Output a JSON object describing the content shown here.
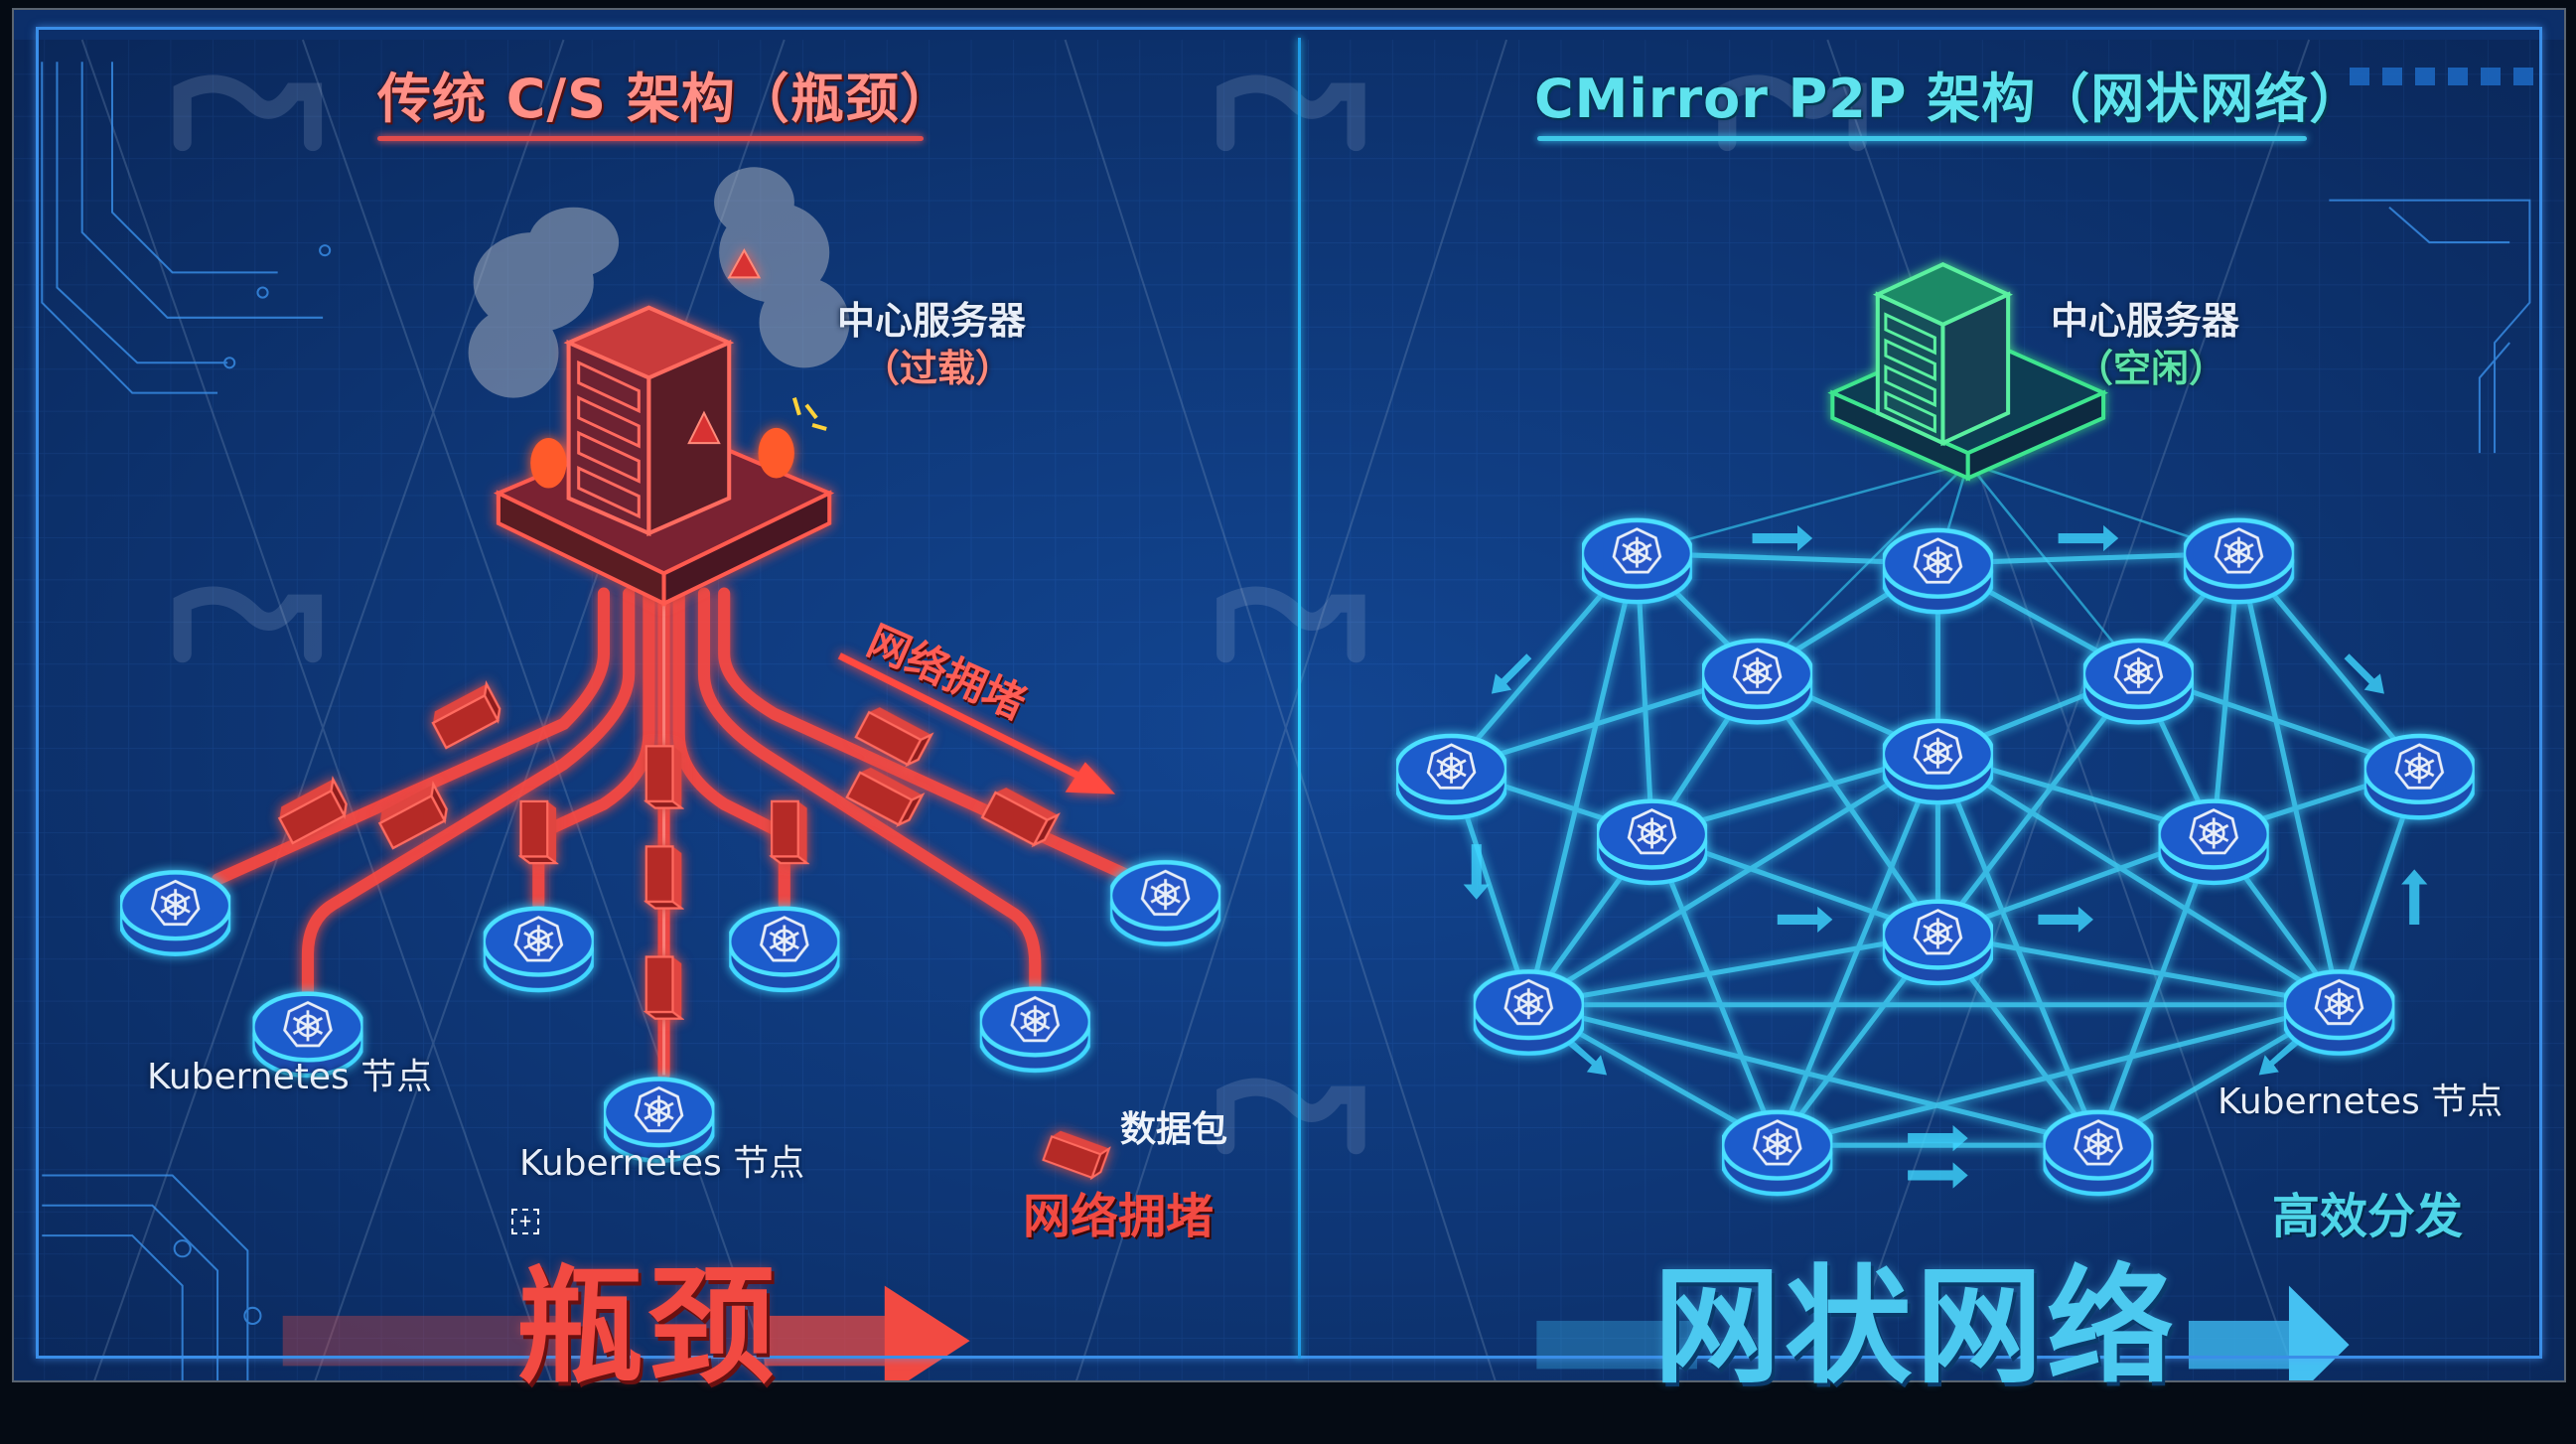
{
  "left_panel": {
    "title": "传统 C/S 架构（瓶颈）",
    "server_label": "中心服务器",
    "server_status": "（过载）",
    "congestion_label_diagonal": "网络拥堵",
    "node_label_1": "Kubernetes 节点",
    "node_label_2": "Kubernetes 节点",
    "legend_packet": "数据包",
    "congestion_label": "网络拥堵",
    "bottom_banner": "瓶颈",
    "accent_color": "#f24a42",
    "node_count": 7
  },
  "right_panel": {
    "title": "CMirror P2P 架构（网状网络）",
    "server_label": "中心服务器",
    "server_status": "（空闲）",
    "node_label": "Kubernetes 节点",
    "efficiency_label": "高效分发",
    "bottom_banner": "网状网络",
    "accent_color": "#4cc9f0",
    "server_color": "#3ee58f",
    "node_count": 15
  },
  "icons": {
    "server_overloaded": "server-tower-icon",
    "server_idle": "server-tower-icon",
    "kubernetes_node": "kubernetes-helm-wheel-icon",
    "warning": "warning-triangle-icon",
    "alarm": "alarm-beacon-icon",
    "packet": "data-packet-icon",
    "arrow": "arrow-right-icon"
  },
  "marker": {
    "symbol": "+"
  }
}
